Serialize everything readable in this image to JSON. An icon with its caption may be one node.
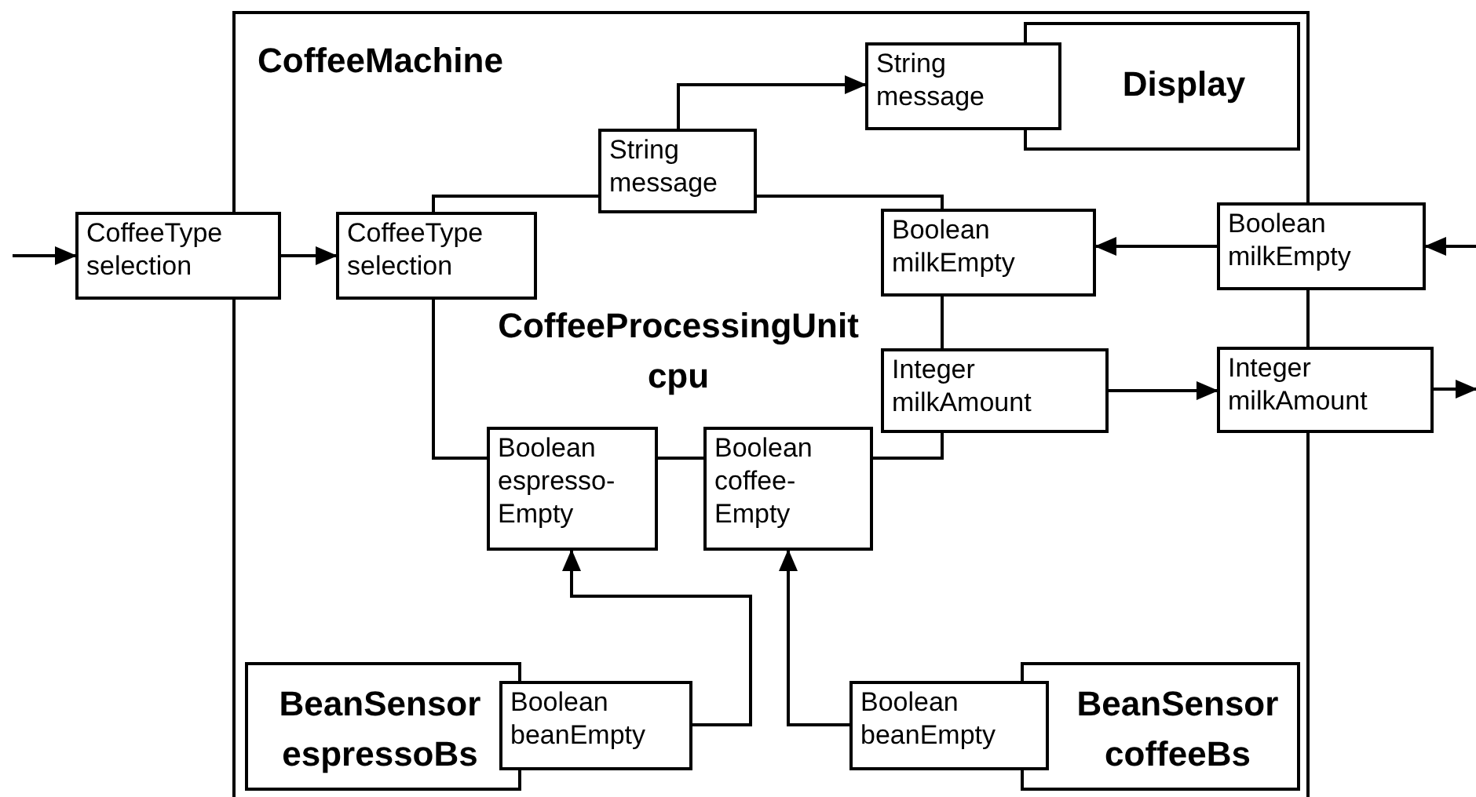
{
  "diagram": {
    "nodes": [
      {
        "text": [
          "CoffeeMachine"
        ]
      },
      {
        "text": [
          "Display"
        ],
        "in": 0
      },
      {
        "text": [
          "String message"
        ],
        "in": 0
      },
      {
        "text": [
          "String message"
        ],
        "in": 0
      },
      {
        "text": [
          "CoffeeType selection"
        ]
      },
      {
        "text": [
          "CoffeeProcessingUnit cpu"
        ],
        "in": 0
      },
      {
        "text": [
          "CoffeeType selection"
        ],
        "in": 0
      },
      {
        "text": [
          "Boolean milkEmpty"
        ],
        "in": 0
      },
      {
        "text": [
          "Boolean milkEmpty"
        ]
      },
      {
        "text": [
          "Integer milkAmount"
        ],
        "in": 0
      },
      {
        "text": [
          "Integer milkAmount"
        ]
      },
      {
        "text": [
          "Boolean espresso-Empty"
        ],
        "in": 0
      },
      {
        "text": [
          "Boolean coffee-Empty"
        ],
        "in": 0
      },
      {
        "text": [
          "BeanSensor espressoBs"
        ],
        "in": 0
      },
      {
        "text": [
          "Boolean beanEmpty"
        ],
        "in": 0
      },
      {
        "text": [
          "Boolean beanEmpty"
        ],
        "in": 0
      },
      {
        "text": [
          "BeanSensor coffeeBs"
        ],
        "in": 0
      }
    ],
    "edges": [
      {
        "from": null,
        "to": 4,
        "arrow": "to"
      },
      {
        "from": 4,
        "to": 6,
        "arrow": "to"
      },
      {
        "from": 3,
        "to": 2,
        "arrow": "to"
      },
      {
        "from": null,
        "to": 8,
        "arrow": "to"
      },
      {
        "from": 8,
        "to": 7,
        "arrow": "to"
      },
      {
        "from": 9,
        "to": 10,
        "arrow": "to"
      },
      {
        "from": 10,
        "to": null,
        "arrow": "to"
      },
      {
        "from": 14,
        "to": 11,
        "arrow": "to"
      },
      {
        "from": 15,
        "to": 12,
        "arrow": "to"
      }
    ]
  }
}
